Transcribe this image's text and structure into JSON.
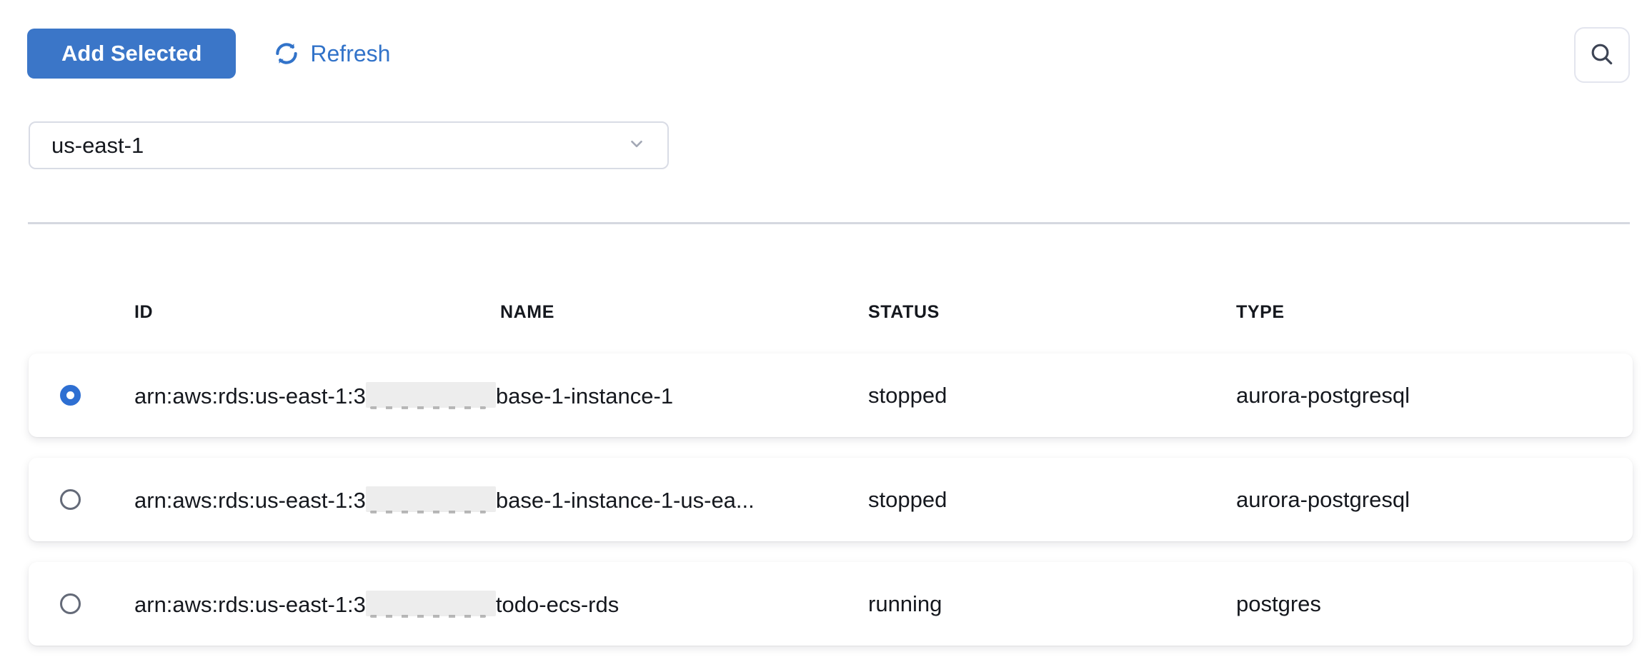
{
  "toolbar": {
    "add_selected": "Add Selected",
    "refresh": "Refresh"
  },
  "search": {
    "icon": "magnifier-icon"
  },
  "region_dropdown": {
    "selected": "us-east-1"
  },
  "columns": {
    "id": "ID",
    "name": "NAME",
    "status": "STATUS",
    "type": "TYPE"
  },
  "rows": [
    {
      "selected": true,
      "id_prefix": "arn:aws:rds:us-east-1:3",
      "id_redacted": true,
      "id_suffix": "base-1-instance-1",
      "status": "stopped",
      "type": "aurora-postgresql"
    },
    {
      "selected": false,
      "id_prefix": "arn:aws:rds:us-east-1:3",
      "id_redacted": true,
      "id_suffix": "base-1-instance-1-us-ea...",
      "status": "stopped",
      "type": "aurora-postgresql"
    },
    {
      "selected": false,
      "id_prefix": "arn:aws:rds:us-east-1:3",
      "id_redacted": true,
      "id_suffix": "todo-ecs-rds",
      "status": "running",
      "type": "postgres"
    }
  ],
  "colors": {
    "primary_button": "#3b76c8",
    "link": "#3273c9",
    "radio_selected": "#2e6fd2",
    "divider": "#d5d8e0",
    "text": "#15181e"
  }
}
